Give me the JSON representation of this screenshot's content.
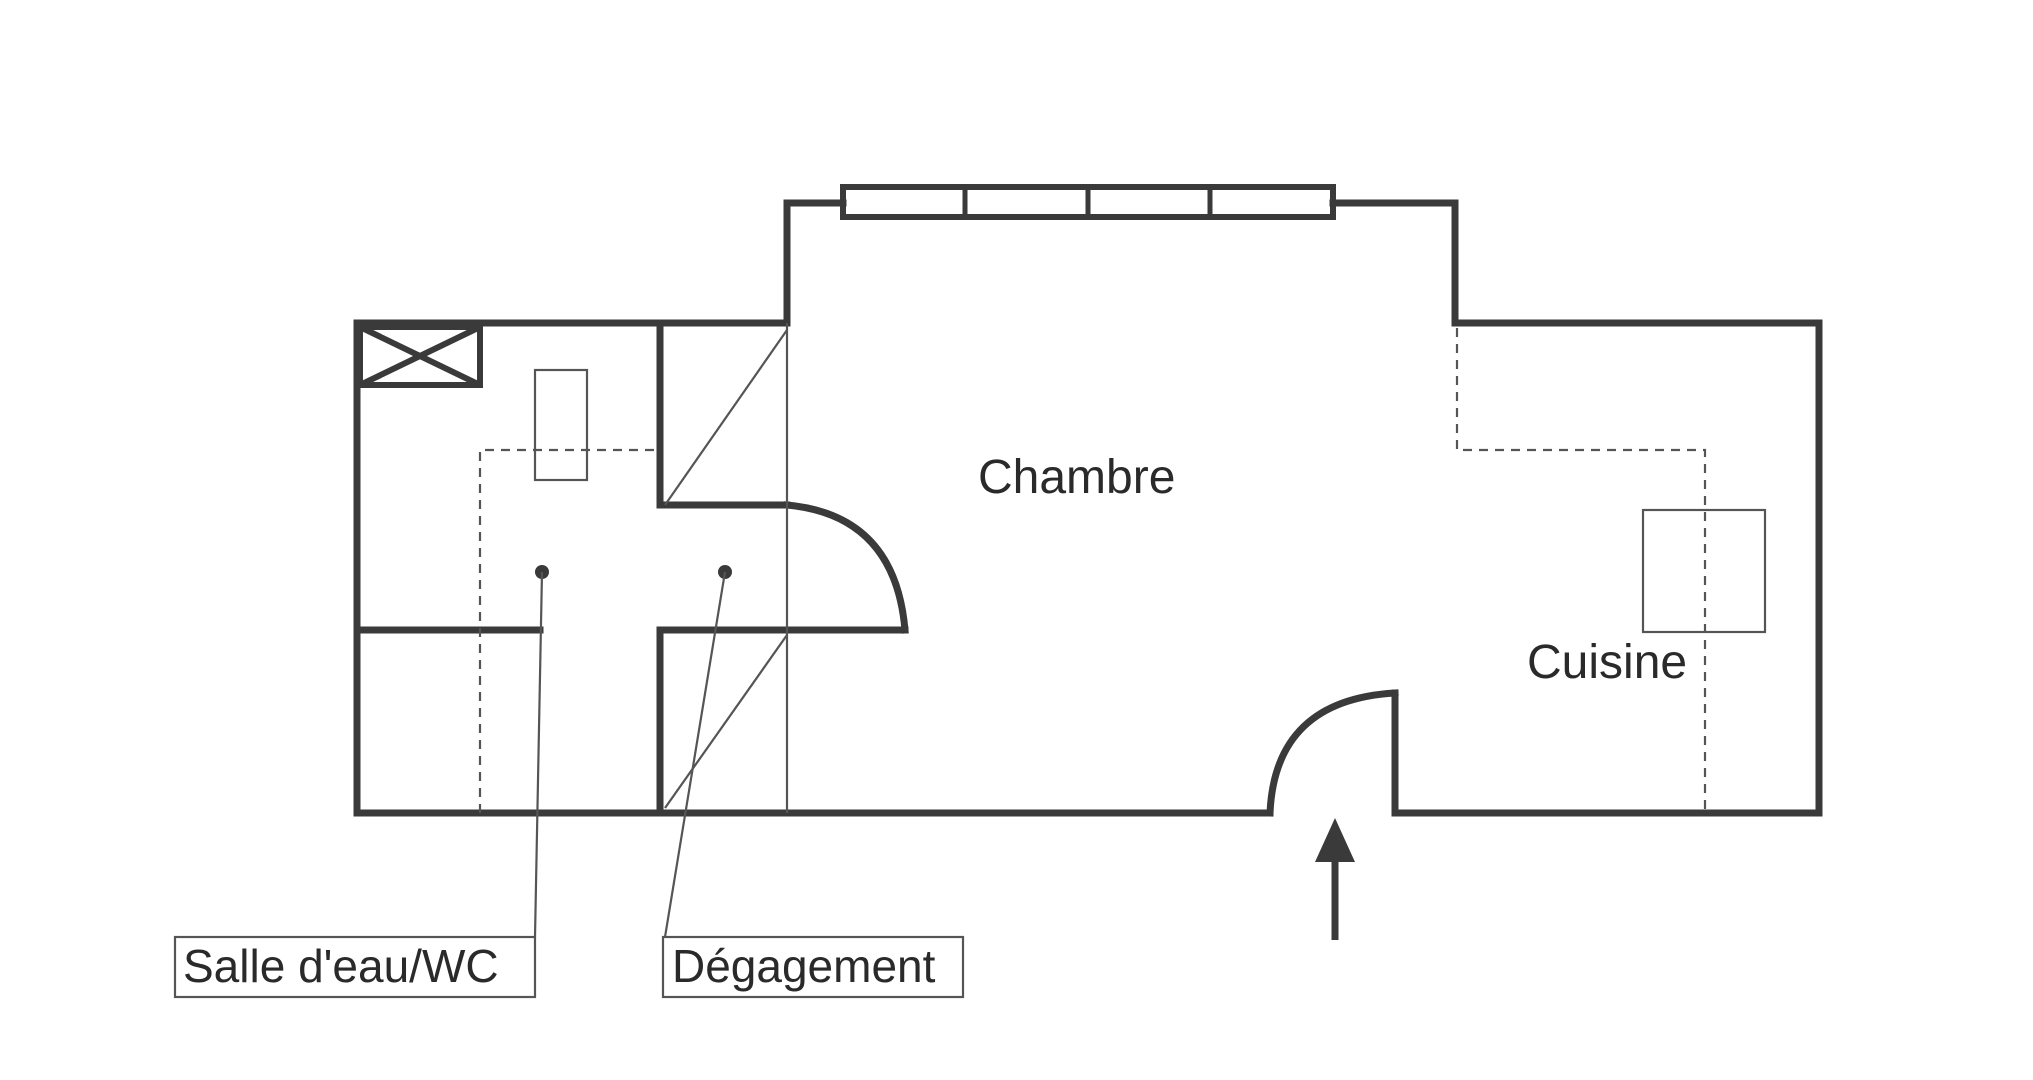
{
  "rooms": {
    "chambre": "Chambre",
    "cuisine": "Cuisine"
  },
  "callouts": {
    "salle_eau": "Salle d'eau/WC",
    "degagement": "Dégagement"
  },
  "icons": {
    "entrance": "arrow-up-icon",
    "ventilation": "cross-box-icon"
  },
  "colors": {
    "wall": "#3a3a3a",
    "line": "#555555",
    "text": "#2a2a2a"
  }
}
